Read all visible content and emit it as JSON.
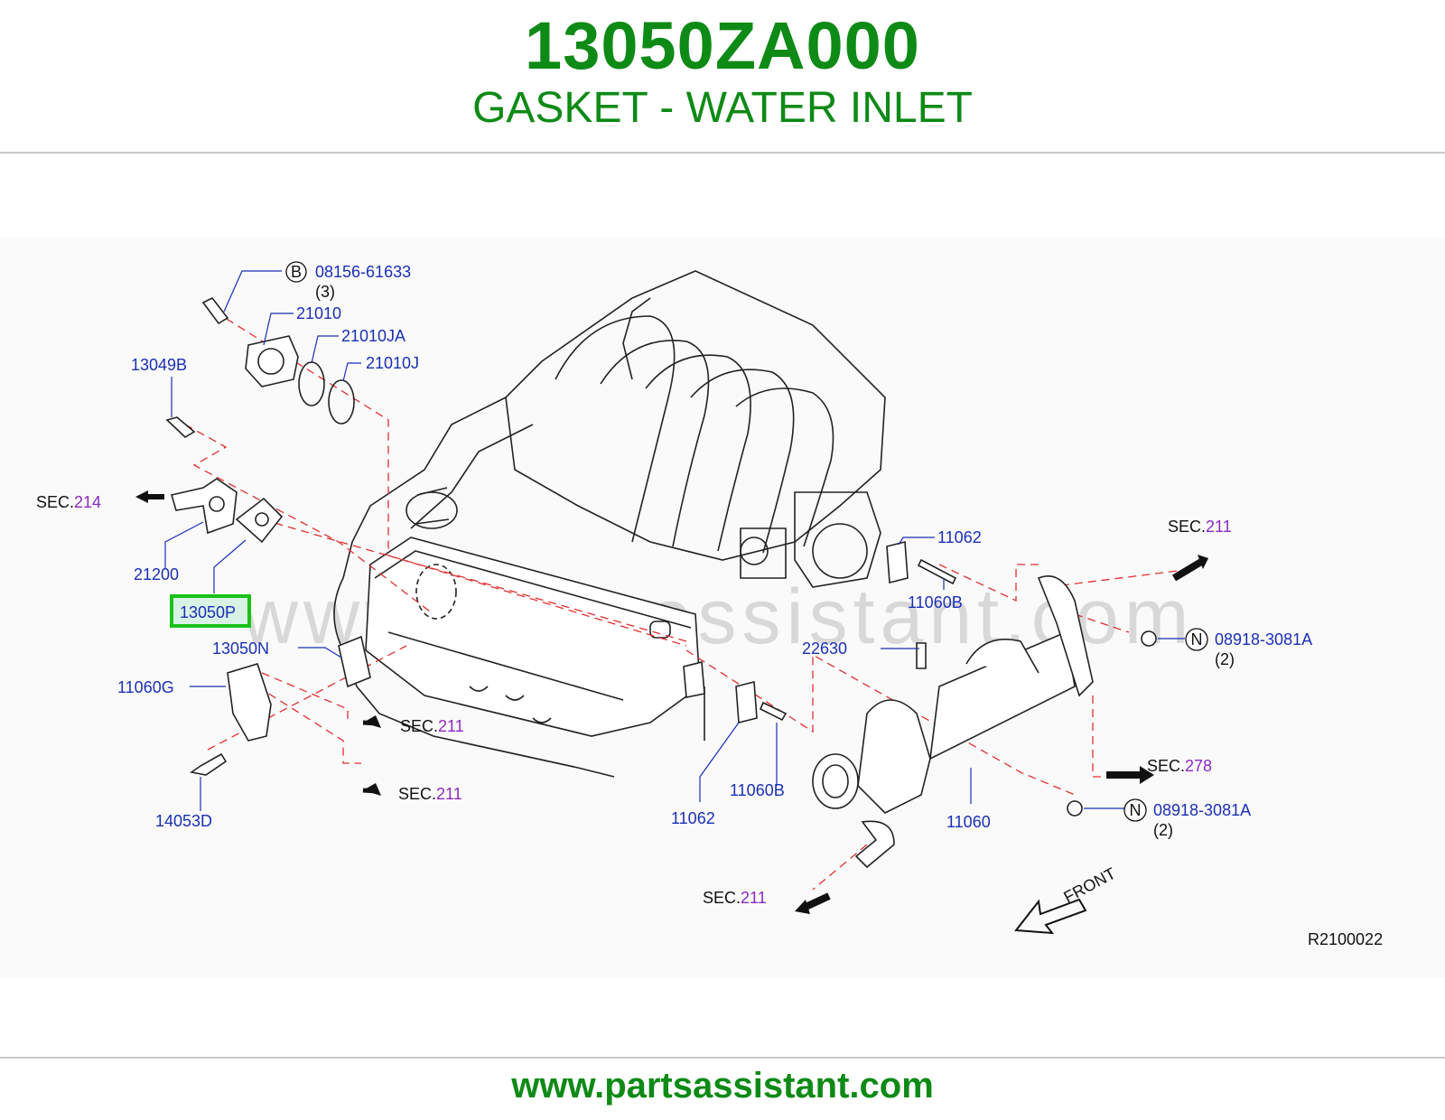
{
  "header": {
    "part_number": "13050ZA000",
    "part_name": "GASKET - WATER INLET"
  },
  "watermark": "www.partsassistant.com",
  "footer": {
    "url": "www.partsassistant.com"
  },
  "colors": {
    "title_green": "#0e8a16",
    "label_blue": "#1a2fb5",
    "sec_purple": "#8a2bc2",
    "guide_red": "#e03030",
    "highlight": "#19c219"
  },
  "diagram": {
    "ref_code": "R2100022",
    "front_label": "FRONT",
    "callouts": {
      "bolt_b": {
        "circle": "B",
        "part": "08156-61633",
        "qty": "(3)"
      },
      "p21010": "21010",
      "p21010ja": "21010JA",
      "p21010j": "21010J",
      "p13049b": "13049B",
      "p21200": "21200",
      "p13050p": "13050P",
      "p13050n": "13050N",
      "p11060g": "11060G",
      "p14053d": "14053D",
      "p11062_top": "11062",
      "p11060b_top": "11060B",
      "p22630": "22630",
      "p11062_bot": "11062",
      "p11060b_bot": "11060B",
      "p11060": "11060",
      "nut_n_top": {
        "circle": "N",
        "part": "08918-3081A",
        "qty": "(2)"
      },
      "nut_n_bot": {
        "circle": "N",
        "part": "08918-3081A",
        "qty": "(2)"
      }
    },
    "sections": {
      "s214": {
        "prefix": "SEC.",
        "num": "214"
      },
      "s211_a": {
        "prefix": "SEC.",
        "num": "211"
      },
      "s211_b": {
        "prefix": "SEC.",
        "num": "211"
      },
      "s211_c": {
        "prefix": "SEC.",
        "num": "211"
      },
      "s211_d": {
        "prefix": "SEC.",
        "num": "211"
      },
      "s278": {
        "prefix": "SEC.",
        "num": "278"
      }
    }
  }
}
